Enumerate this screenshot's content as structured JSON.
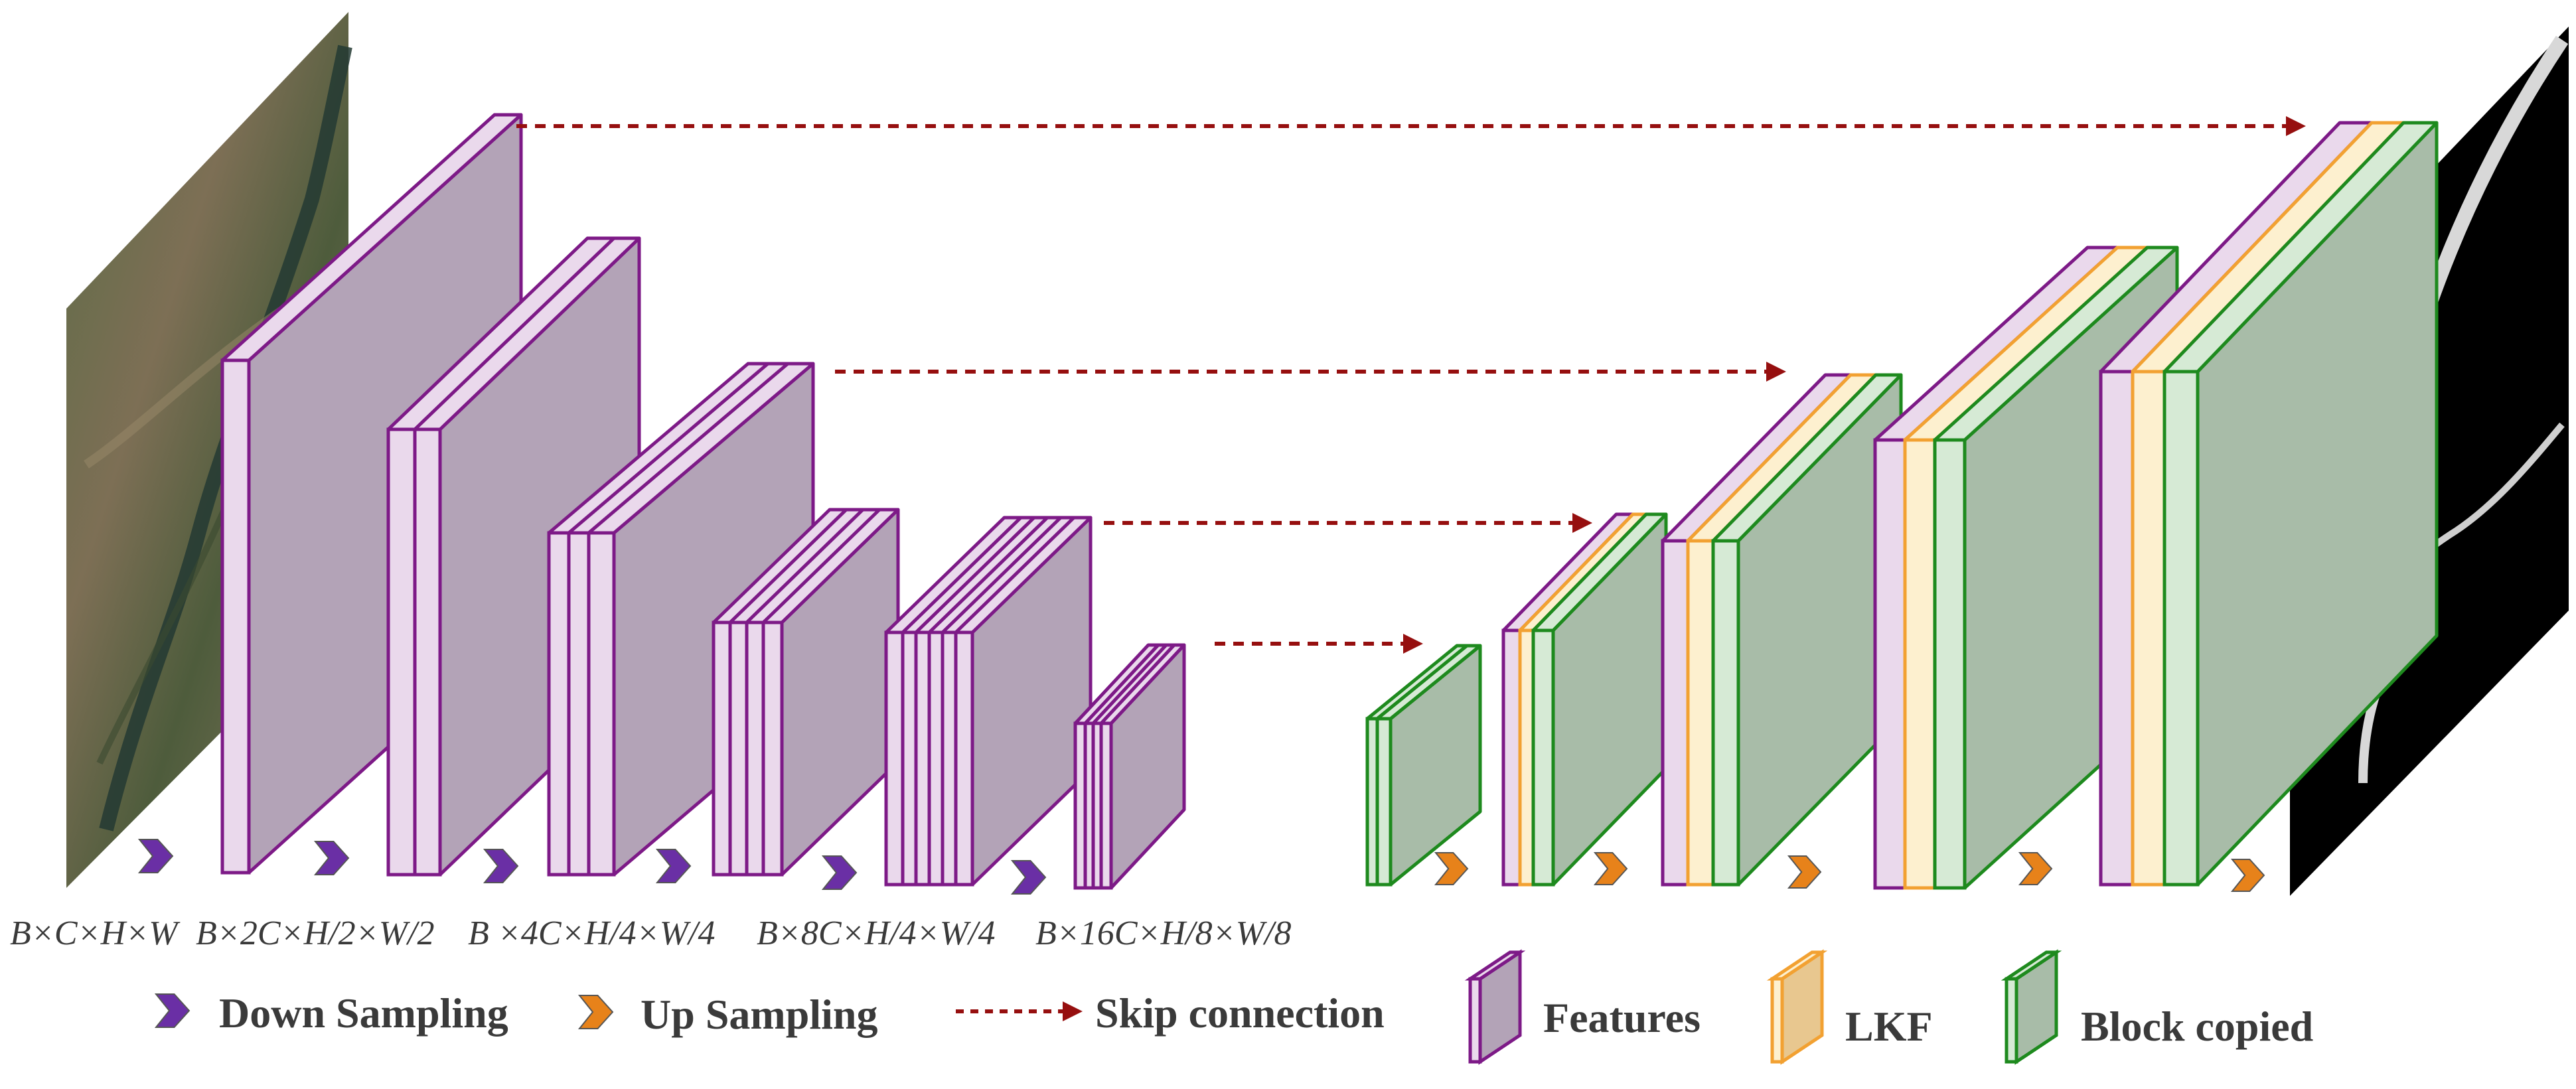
{
  "colors": {
    "features_front": "#ead9ec",
    "features_side": "#b3a3b7",
    "features_edge": "#7d1a87",
    "lkf_front": "#fdf0cf",
    "lkf_edge": "#f2a132",
    "block_front": "#d6ead5",
    "block_side": "#a8bca8",
    "block_edge": "#1e8a1e",
    "skip_arrow": "#960f0f",
    "down_sampling": "#6a2fa5",
    "up_sampling": "#e7821a"
  },
  "dimension_labels": [
    "B×C×H×W",
    "B×2C×H/2×W/2",
    "B ×4C×H/4×W/4",
    "B×8C×H/4×W/4",
    "B×16C×H/8×W/8"
  ],
  "legend": {
    "down_sampling": "Down Sampling",
    "up_sampling": "Up Sampling",
    "skip_connection": "Skip connection",
    "features": "Features",
    "lkf": "LKF",
    "block_copied": "Block copied"
  }
}
